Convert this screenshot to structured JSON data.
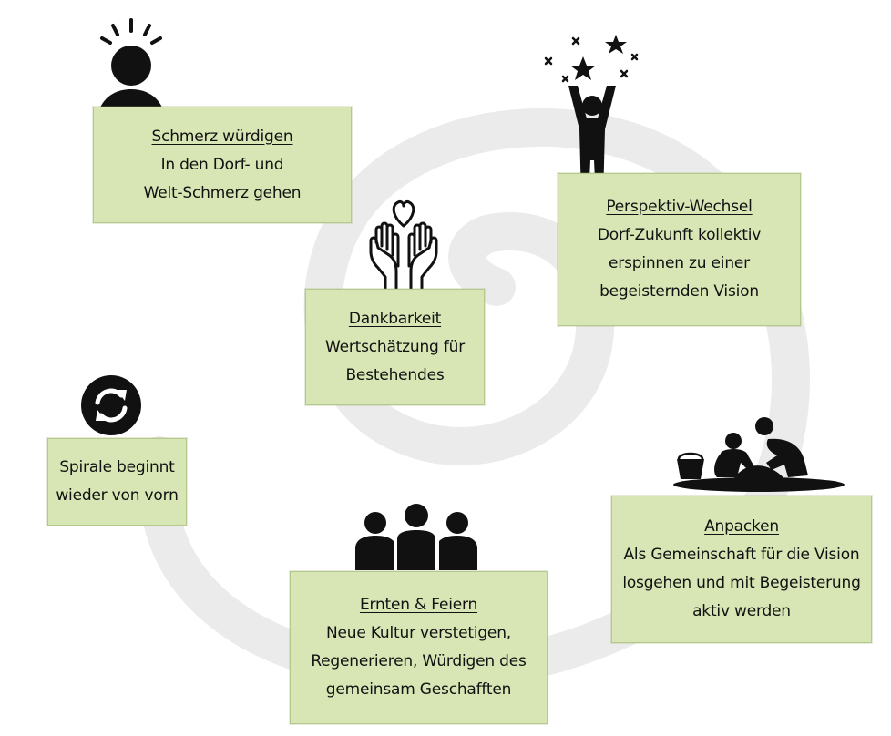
{
  "steps": [
    {
      "title": "Schmerz würdigen",
      "text": "In den Dorf- und\nWelt-Schmerz gehen",
      "icon": "person-pain-icon"
    },
    {
      "title": "Dankbarkeit",
      "text": "Wertschätzung für\nBestehendes",
      "icon": "heart-hands-icon"
    },
    {
      "title": "Perspektiv-Wechsel",
      "text": "Dorf-Zukunft kollektiv\nerspinnen zu einer\nbegeisternden Vision",
      "icon": "person-stars-icon"
    },
    {
      "title": "Anpacken",
      "text": "Als Gemeinschaft für die Vision\nlosgehen und mit Begeisterung\naktiv werden",
      "icon": "children-sandbox-icon"
    },
    {
      "title": "Ernten & Feiern",
      "text": "Neue Kultur verstetigen,\nRegenerieren, Würdigen des\ngemeinsam Geschafften",
      "icon": "group-embrace-icon"
    },
    {
      "title": "",
      "text": "Spirale beginnt\nwieder von vorn",
      "icon": "refresh-icon"
    }
  ],
  "colors": {
    "card_fill": "#d7e6b4",
    "card_border": "#b5c98a",
    "spiral": "#ebebeb",
    "icon_dark": "#111111",
    "icon_accent": "#4d7a2a"
  }
}
